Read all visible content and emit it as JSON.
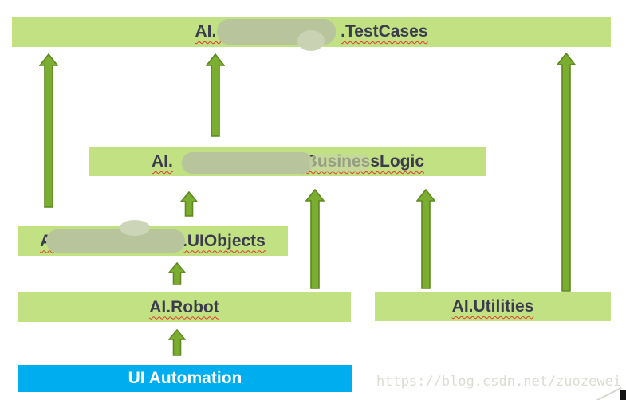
{
  "page": {
    "background": "#ffffff",
    "watermark": "https://blog.csdn.net/zuozewei"
  },
  "colors": {
    "bar_green": "#c1e183",
    "bar_text": "#3b3b4d",
    "arrow_fill": "#7bad30",
    "arrow_stroke": "#5f881f",
    "automation_blue": "#00aeef",
    "automation_text": "#ffffff",
    "spellcheck_underline_red": "#e03a2e",
    "censor_smudge": "#b7c49c",
    "watermark_gray": "#dcdcd2"
  },
  "diagram": {
    "nodes": [
      {
        "id": "testcases",
        "prefix": "AI. ",
        "censored": true,
        "suffix": ".TestCases"
      },
      {
        "id": "businesslogic",
        "prefix": "AI.",
        "censored": true,
        "suffix": ".BusinessLogic"
      },
      {
        "id": "uiobjects",
        "prefix": "AI.",
        "censored": true,
        "suffix": ".UIObjects"
      },
      {
        "id": "robot",
        "label": "AI.Robot"
      },
      {
        "id": "utilities",
        "label": "AI.Utilities"
      },
      {
        "id": "ui_automation",
        "label": "UI Automation"
      }
    ],
    "edges": [
      {
        "from": "uiobjects",
        "to": "testcases"
      },
      {
        "from": "businesslogic",
        "to": "testcases"
      },
      {
        "from": "utilities",
        "to": "testcases"
      },
      {
        "from": "uiobjects",
        "to": "businesslogic"
      },
      {
        "from": "robot",
        "to": "businesslogic"
      },
      {
        "from": "utilities",
        "to": "businesslogic"
      },
      {
        "from": "robot",
        "to": "uiobjects"
      },
      {
        "from": "ui_automation",
        "to": "robot"
      }
    ]
  }
}
